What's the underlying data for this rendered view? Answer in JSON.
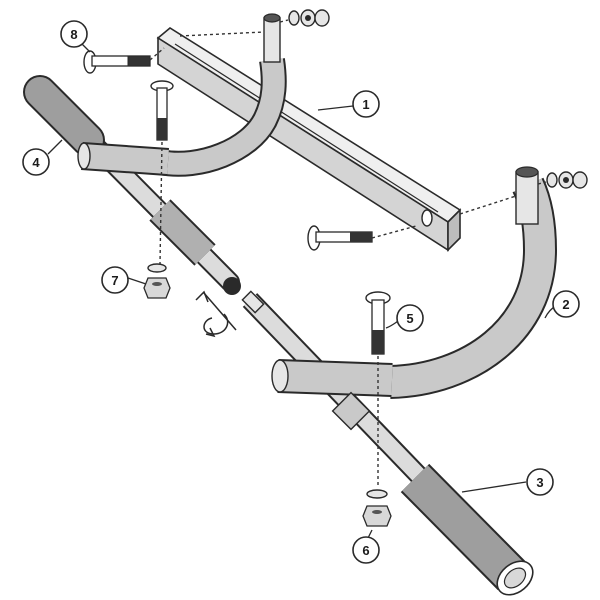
{
  "callouts": {
    "c1": "1",
    "c2": "2",
    "c3": "3",
    "c4": "4",
    "c5": "5",
    "c6": "6",
    "c7": "7",
    "c8": "8"
  },
  "icons": {
    "rotation": "rotate-arrow-icon"
  }
}
